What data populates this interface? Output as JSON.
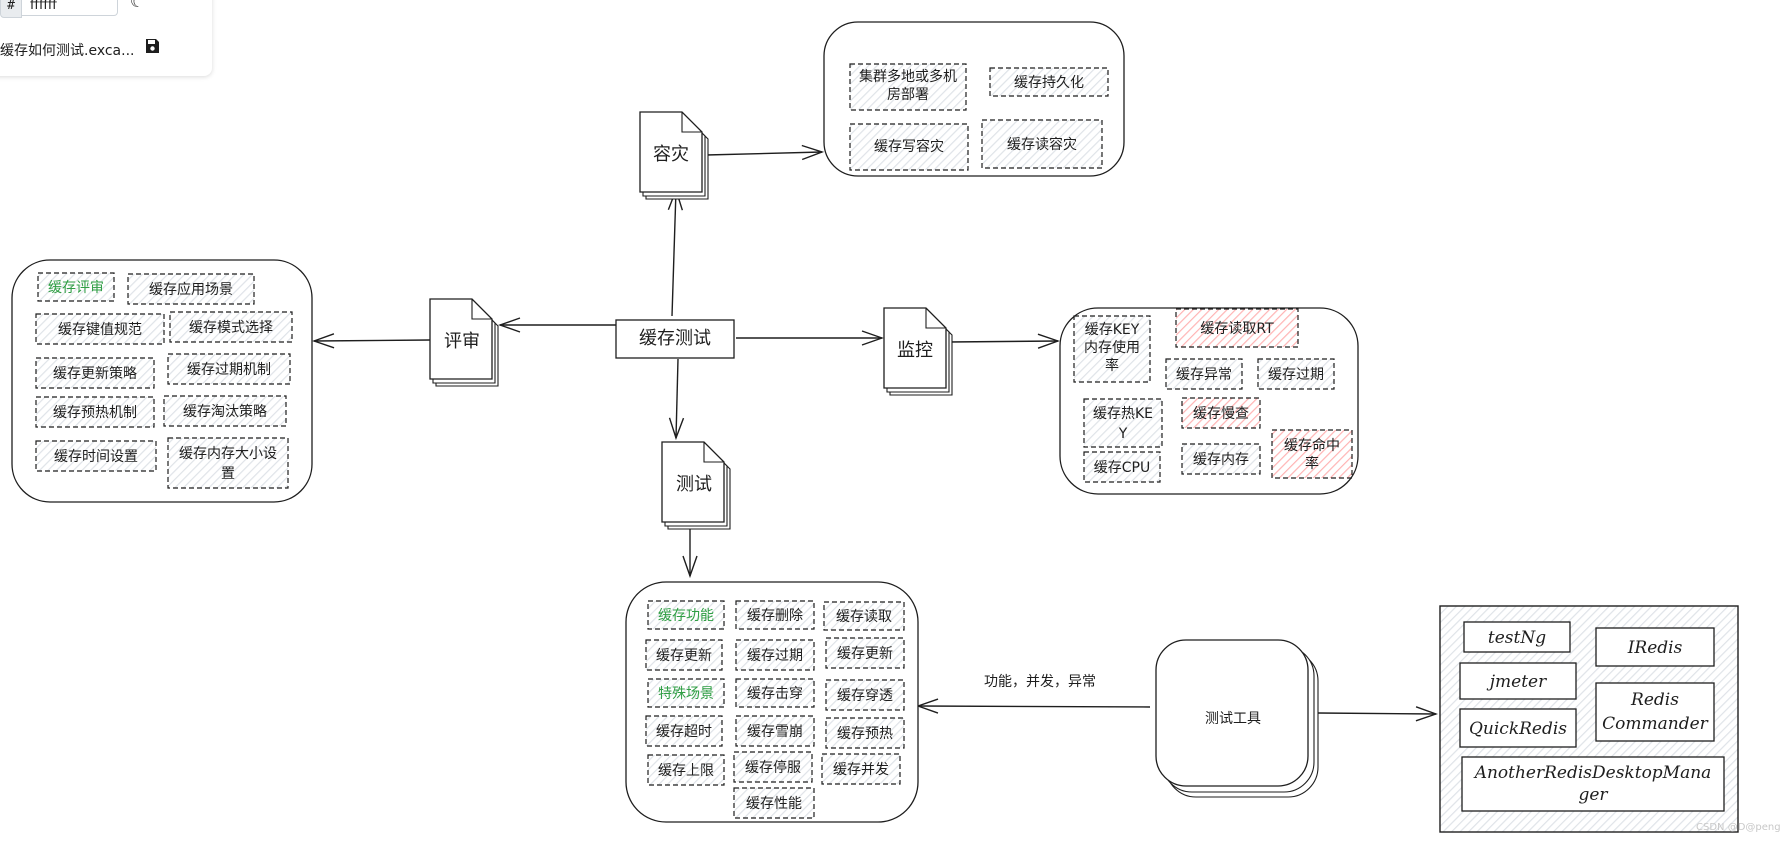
{
  "toolbar": {
    "hash": "#",
    "hex_value": "ffffff",
    "theme_icon": "moon-icon",
    "file_name": "缓存如何测试.exca...",
    "save_icon": "save-icon"
  },
  "diagram": {
    "center": "缓存测试",
    "branches": {
      "disaster": "容灾",
      "review": "评审",
      "monitor": "监控",
      "test": "测试"
    },
    "disaster_items": [
      "集群多地或多机",
      "房部署",
      "缓存持久化",
      "缓存写容灾",
      "缓存读容灾"
    ],
    "review_items": [
      "缓存评审",
      "缓存应用场景",
      "缓存键值规范",
      "缓存模式选择",
      "缓存更新策略",
      "缓存过期机制",
      "缓存预热机制",
      "缓存淘汰策略",
      "缓存时间设置",
      "缓存内存大小设",
      "置"
    ],
    "monitor_items": [
      "缓存KEY",
      "内存使用",
      "率",
      "缓存读取RT",
      "缓存异常",
      "缓存过期",
      "缓存热KE",
      "Y",
      "缓存慢查",
      "缓存CPU",
      "缓存内存",
      "缓存命中",
      "率"
    ],
    "test_items": [
      "缓存功能",
      "缓存删除",
      "缓存读取",
      "缓存更新",
      "缓存过期",
      "缓存更新",
      "特殊场景",
      "缓存击穿",
      "缓存穿透",
      "缓存超时",
      "缓存雪崩",
      "缓存预热",
      "缓存上限",
      "缓存停服",
      "缓存并发",
      "缓存性能"
    ],
    "tools_label": "测试工具",
    "tools_edge_label": "功能，并发，异常",
    "tool_items": [
      "testNg",
      "IRedis",
      "jmeter",
      "Redis",
      "Commander",
      "QuickRedis",
      "AnotherRedisDesktopMana",
      "ger"
    ]
  },
  "watermark": "CSDN @D@peng",
  "colors": {
    "green": "#2f9e44",
    "red_hatch": "#ffc9c9",
    "gray_hatch": "#dfe3e8"
  }
}
